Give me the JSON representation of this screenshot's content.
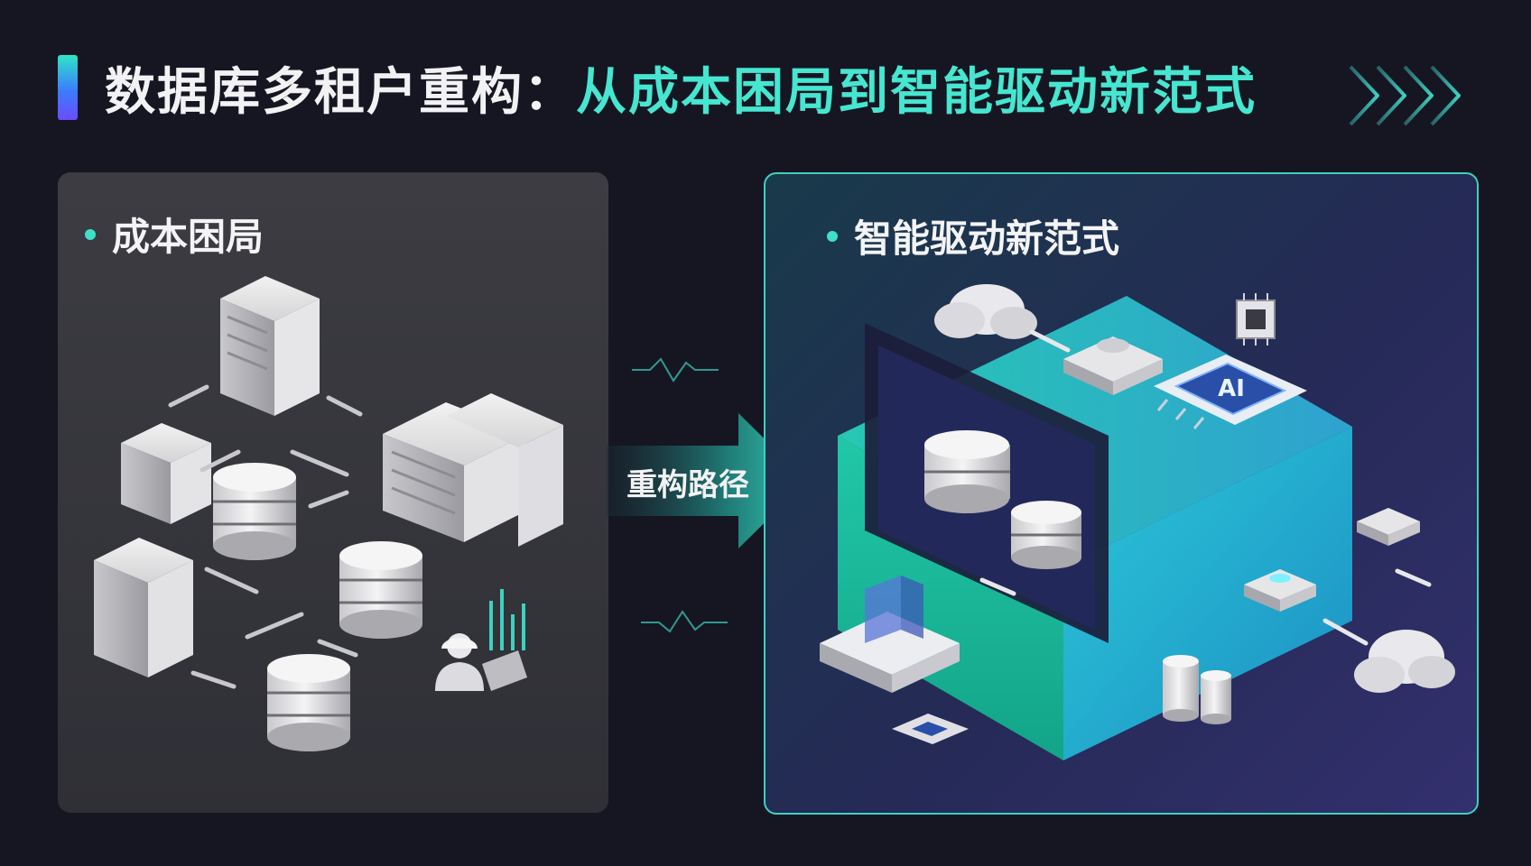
{
  "title": {
    "part1": "数据库多租户重构：",
    "part2": "从成本困局到智能驱动新范式"
  },
  "left_panel": {
    "label": "成本困局"
  },
  "right_panel": {
    "label": "智能驱动新范式",
    "chip_text": "AI"
  },
  "transition": {
    "label": "重构路径"
  },
  "colors": {
    "background": "#161623",
    "accent_teal": "#46e6d0",
    "accent_blue": "#3b7cff",
    "left_panel": "#35353c",
    "right_panel_border": "#3fd0c0"
  },
  "icons": [
    "chevron-right-icon",
    "server-rack-icon",
    "database-icon",
    "worker-icon",
    "cloud-icon",
    "cpu-chip-icon",
    "ai-chip-icon",
    "arrow-right-icon"
  ]
}
